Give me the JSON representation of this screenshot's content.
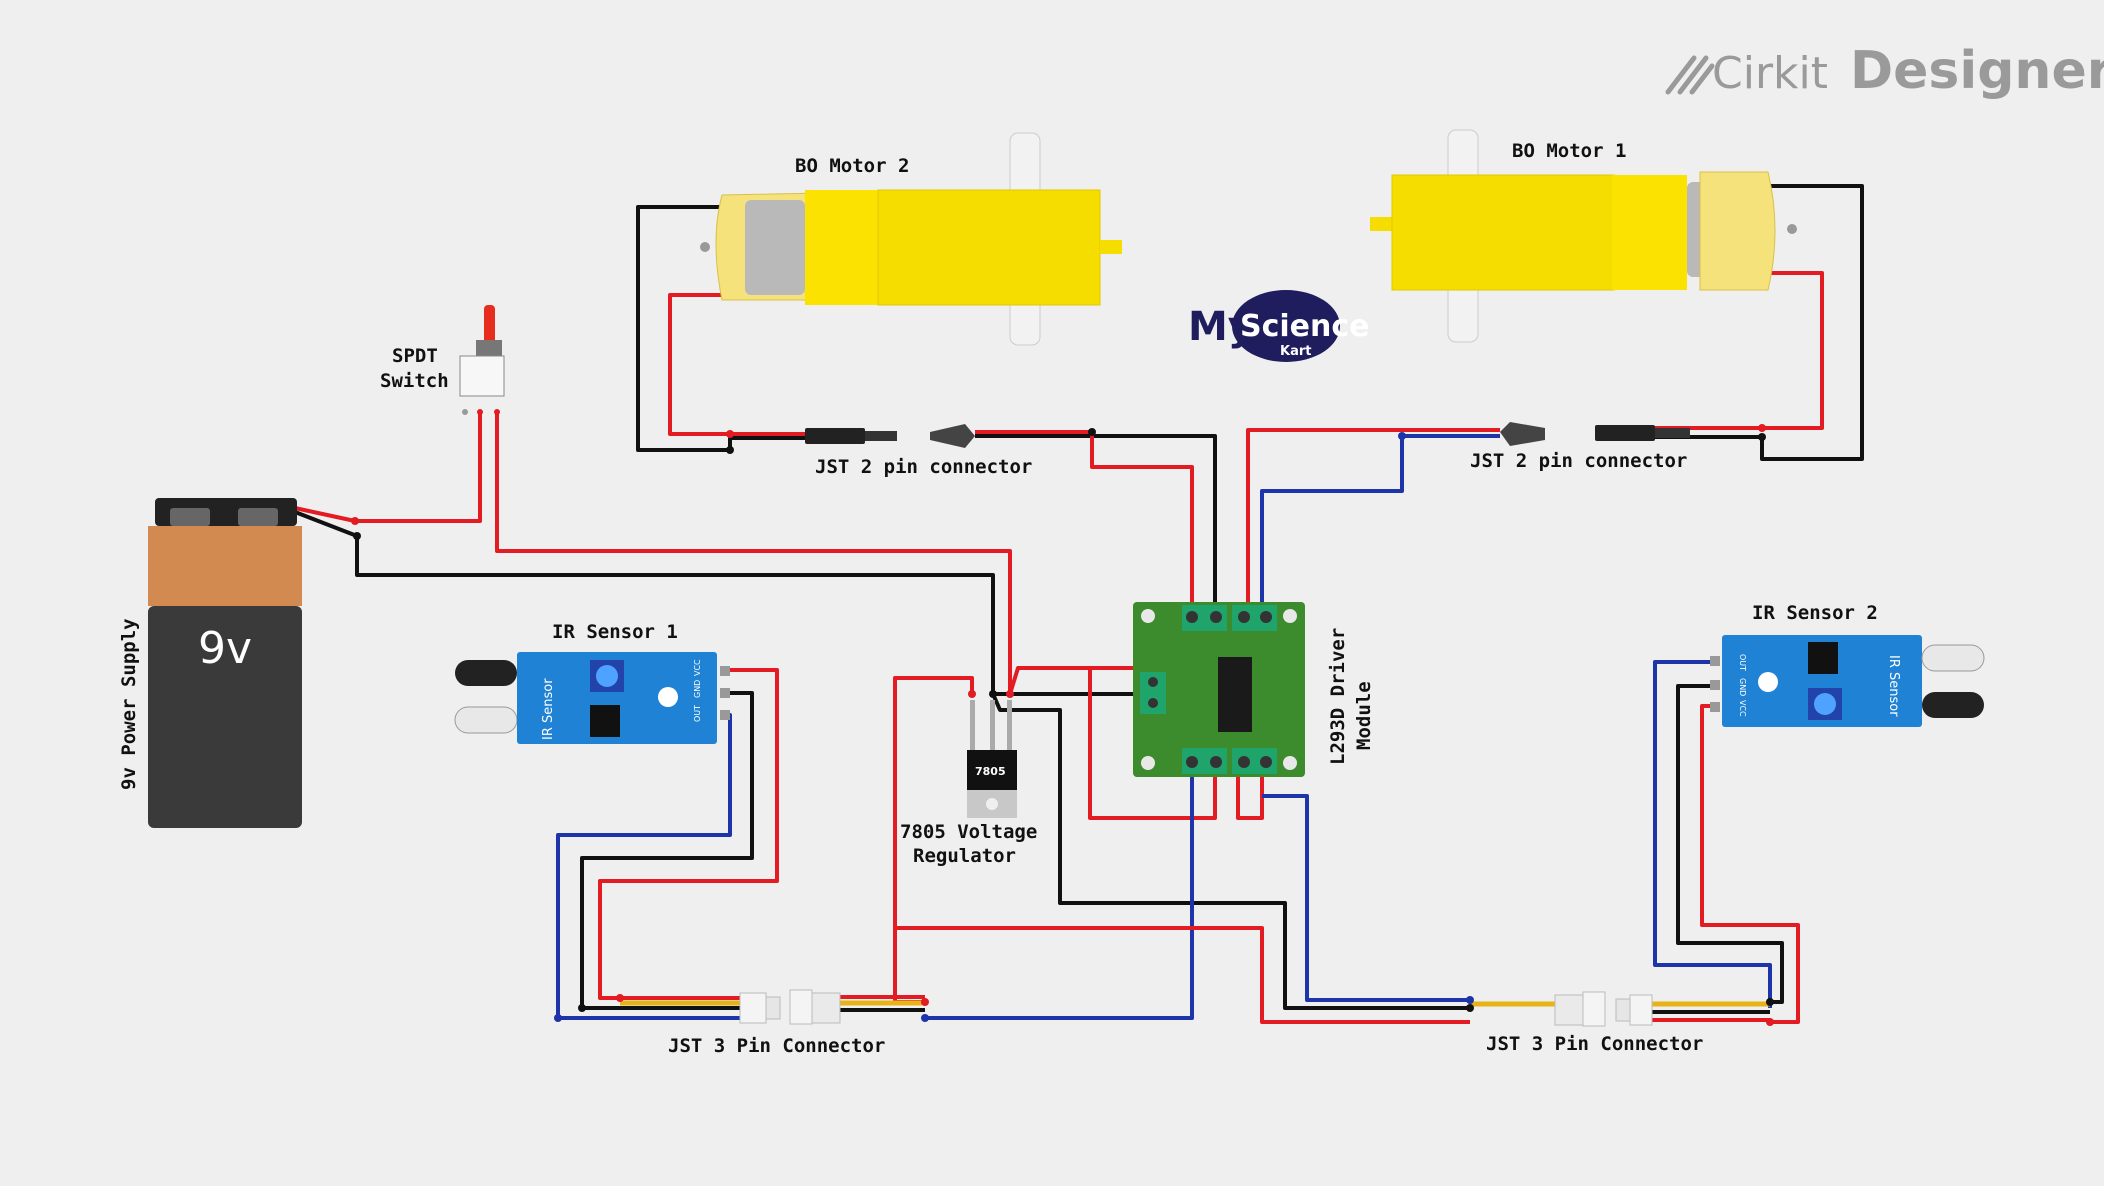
{
  "brand": {
    "name_light": "Cirkit",
    "name_bold": "Designer"
  },
  "watermark": {
    "my": "My",
    "science": "Science",
    "kart": "Kart"
  },
  "components": {
    "motor2": "BO Motor 2",
    "motor1": "BO Motor 1",
    "switch_line1": "SPDT",
    "switch_line2": "Switch",
    "battery_label": "9v Power Supply",
    "battery_text": "9v",
    "jst2_left": "JST 2 pin connector",
    "jst2_right": "JST 2 pin connector",
    "ir1": "IR Sensor 1",
    "ir2": "IR Sensor 2",
    "ir_board_text": "IR Sensor",
    "ir_pins": [
      "VCC",
      "GND",
      "OUT"
    ],
    "regulator_line1": "7805 Voltage",
    "regulator_line2": "Regulator",
    "regulator_chip": "7805",
    "driver_line1": "L293D Driver",
    "driver_line2": "Module",
    "jst3_left": "JST 3 Pin Connector",
    "jst3_right": "JST 3 Pin Connector"
  },
  "wire_colors": {
    "red": "#e31b23",
    "black": "#111111",
    "blue": "#1d35a8",
    "yellow": "#e8b317"
  }
}
